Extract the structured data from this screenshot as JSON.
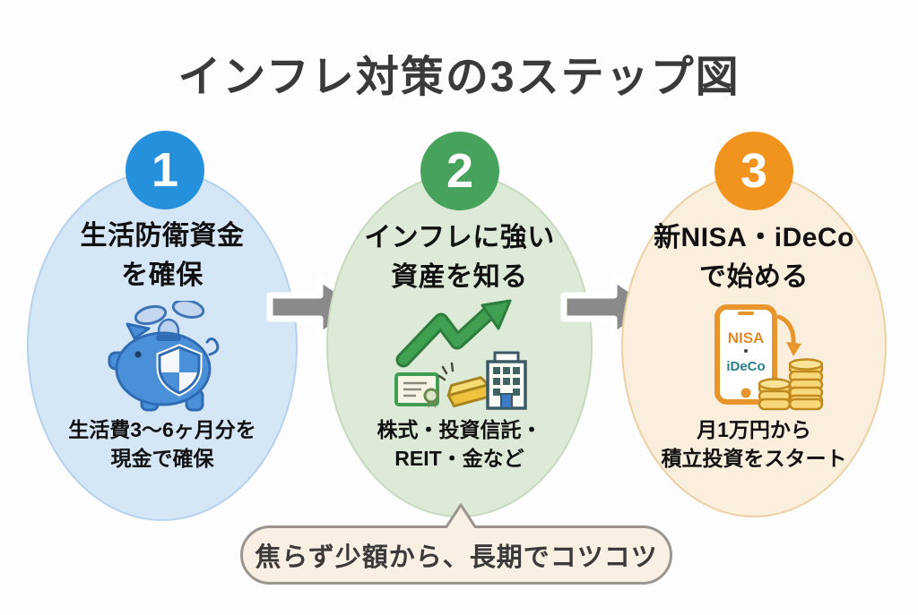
{
  "page": {
    "title": "インフレ対策の3ステップ図",
    "background_color": "#fdfdfd",
    "title_color": "#3a3a3a"
  },
  "steps": [
    {
      "number": "1",
      "badge_color": "#2591dd",
      "oval_fill": "#d5e6f7",
      "oval_border": "#b7d2ec",
      "heading_line1": "生活防衛資金",
      "heading_line2": "を確保",
      "caption_line1": "生活費3〜6ヶ月分を",
      "caption_line2": "現金で確保",
      "icon": "piggy-bank-shield-icon"
    },
    {
      "number": "2",
      "badge_color": "#47a35c",
      "oval_fill": "#dcead7",
      "oval_border": "#c6dabd",
      "heading_line1": "インフレに強い",
      "heading_line2": "資産を知る",
      "caption_line1": "株式・投資信託・",
      "caption_line2": "REIT・金など",
      "icon": "growth-chart-assets-icon"
    },
    {
      "number": "3",
      "badge_color": "#f0941d",
      "oval_fill": "#faeedd",
      "oval_border": "#ecd0a6",
      "heading_line1": "新NISA・iDeCo",
      "heading_line2": "で始める",
      "caption_line1": "月1万円から",
      "caption_line2": "積立投資をスタート",
      "icon": "smartphone-nisa-ideco-icon"
    }
  ],
  "phone_screen": {
    "line1": "NISA",
    "dot": "・",
    "line2": "iDeCo",
    "line1_color": "#e0882a",
    "line2_color": "#2a7f8a"
  },
  "arrows": {
    "color": "#8a8a8a",
    "outline": "#ffffff"
  },
  "bubble": {
    "text": "焦らず少額から、長期でコツコツ",
    "fill": "#f9efe2",
    "border": "#9a968f"
  }
}
